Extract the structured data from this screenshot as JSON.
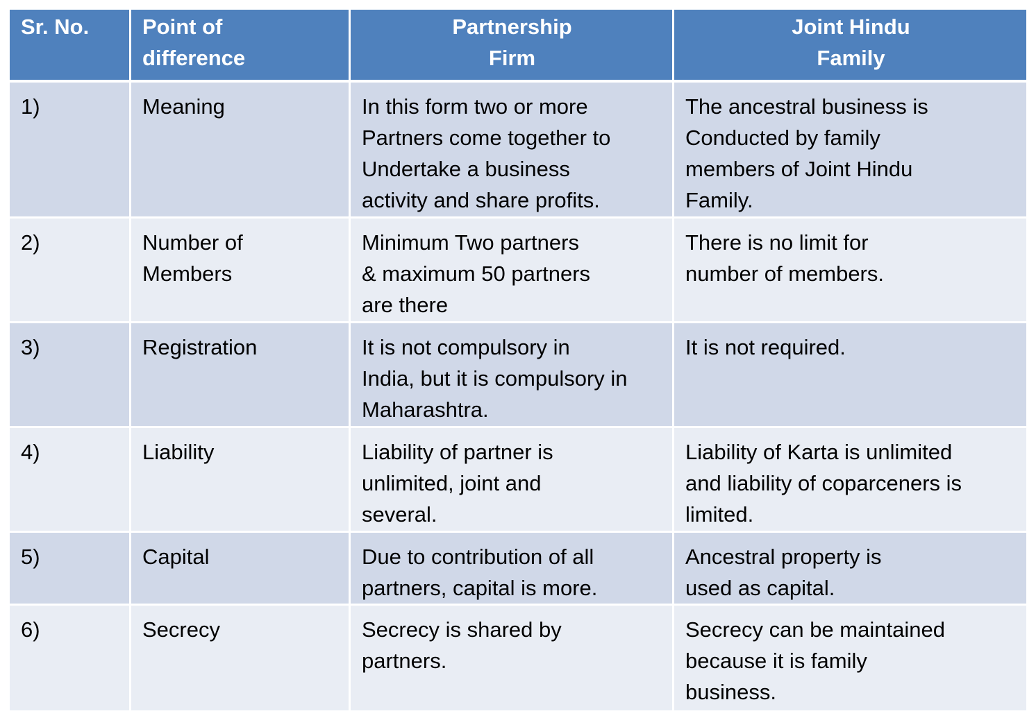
{
  "table": {
    "headers": [
      "Sr. No.",
      "Point of\ndifference",
      "Partnership\nFirm",
      "Joint Hindu\nFamily"
    ],
    "rows": [
      [
        "1)",
        "Meaning",
        "In this form two or more\nPartners come together to\nUndertake a business\nactivity and share profits.",
        "The ancestral business is\nConducted by family\nmembers of Joint Hindu\nFamily."
      ],
      [
        "2)",
        "Number of\nMembers",
        "Minimum Two partners\n& maximum 50 partners\nare there",
        "There is no limit for\nnumber of members."
      ],
      [
        "3)",
        "Registration",
        "It is not compulsory in\nIndia, but it is compulsory in\nMaharashtra.",
        "It is not required."
      ],
      [
        "4)",
        "Liability",
        "Liability of partner is\nunlimited, joint and\nseveral.",
        "Liability of Karta is unlimited\nand liability of coparceners is\nlimited."
      ],
      [
        "5)",
        "Capital",
        "Due to contribution of all\npartners, capital is more.",
        "Ancestral property is\nused as capital."
      ],
      [
        "6)",
        "Secrecy",
        "Secrecy is shared by\npartners.",
        "Secrecy can be maintained\nbecause it is family\nbusiness."
      ]
    ]
  },
  "colors": {
    "header_bg": "#4f81bd",
    "row_odd_bg": "#d0d8e8",
    "row_even_bg": "#e9edf4",
    "header_text": "#ffffff",
    "body_text": "#000000"
  }
}
